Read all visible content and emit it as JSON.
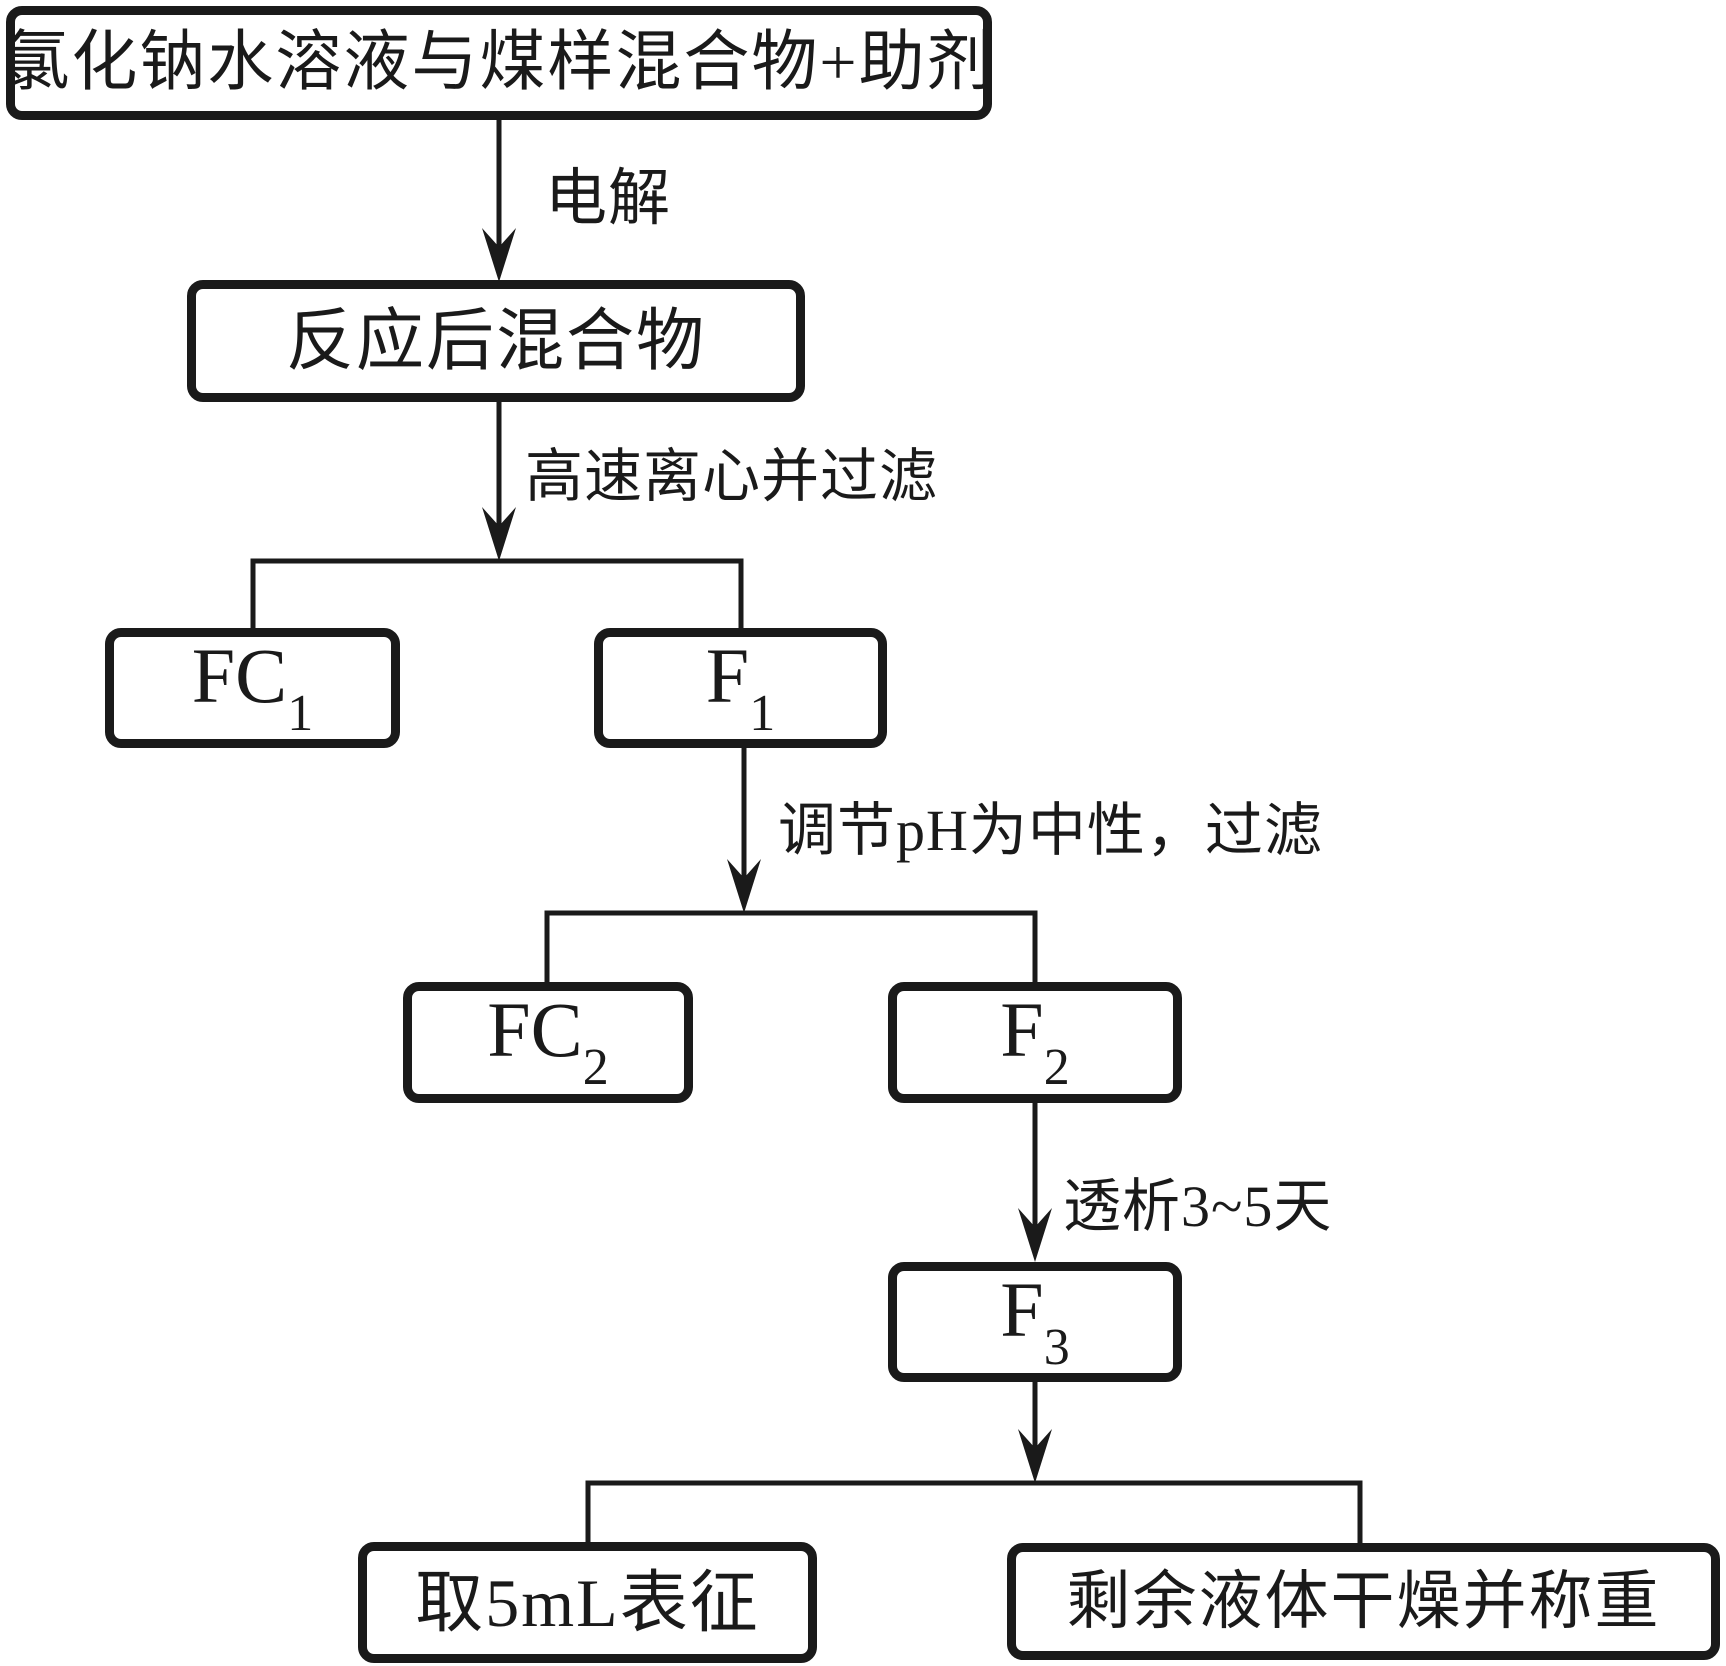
{
  "diagram": {
    "title_hint": "coal electrolysis product separation flowchart",
    "colors": {
      "line": "#1a1a1a",
      "background": "#ffffff"
    },
    "nodes": {
      "mixture_input": {
        "label": "氯化钠水溶液与煤样混合物+助剂"
      },
      "post_reaction": {
        "label": "反应后混合物"
      },
      "fc1": {
        "base": "FC",
        "sub": "1"
      },
      "f1": {
        "base": "F",
        "sub": "1"
      },
      "fc2": {
        "base": "FC",
        "sub": "2"
      },
      "f2": {
        "base": "F",
        "sub": "2"
      },
      "f3": {
        "base": "F",
        "sub": "3"
      },
      "take_5ml": {
        "label": "取5mL表征"
      },
      "remaining": {
        "label": "剩余液体干燥并称重"
      }
    },
    "edge_labels": {
      "electrolysis": "电解",
      "centrifuge_filter": "高速离心并过滤",
      "adjust_ph": "调节pH为中性，过滤",
      "dialysis": "透析3~5天"
    }
  }
}
